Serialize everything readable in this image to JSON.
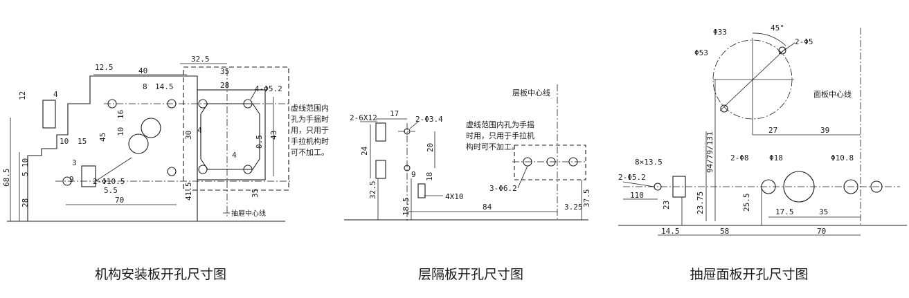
{
  "left": {
    "caption": "机构安装板开孔尺寸图",
    "dims": [
      "12",
      "4",
      "12.5",
      "40",
      "32.5",
      "35",
      "8",
      "14.5",
      "28",
      "4-Φ5.2",
      "16",
      "10",
      "45",
      "10",
      "15",
      "30",
      "4",
      "4",
      "0.5",
      "43",
      "3",
      "9",
      "2-Φ10.5",
      "5.5",
      "70",
      "68.5",
      "5",
      "10",
      "28",
      "41.5",
      "35"
    ],
    "note_lines": [
      "虚线范围内",
      "孔为手摇时",
      "用，只用于",
      "手拉机构时",
      "可不加工。"
    ],
    "centerline": "抽屉中心线"
  },
  "middle": {
    "caption": "层隔板开孔尺寸图",
    "centerline": "层板中心线",
    "dims": [
      "2-6X12",
      "17",
      "2-Φ3.4",
      "24",
      "20",
      "9",
      "18",
      "32.5",
      "4X10",
      "18.5",
      "84",
      "3.25",
      "37.5",
      "3-Φ6.2"
    ],
    "note_lines": [
      "虚线范围内孔为手摇",
      "时用，只用于手拉机",
      "构时可不加工。"
    ]
  },
  "right": {
    "caption": "抽屉面板开孔尺寸图",
    "centerline": "面板中心线",
    "dims": [
      "Φ33",
      "45°",
      "Φ53",
      "2-Φ5",
      "27",
      "39",
      "94/79/131",
      "8×13.5",
      "2-Φ8",
      "Φ18",
      "Φ10.8",
      "2-Φ5.2",
      "110",
      "23",
      "23.75",
      "25.5",
      "17.5",
      "35",
      "14.5",
      "58",
      "70"
    ]
  }
}
